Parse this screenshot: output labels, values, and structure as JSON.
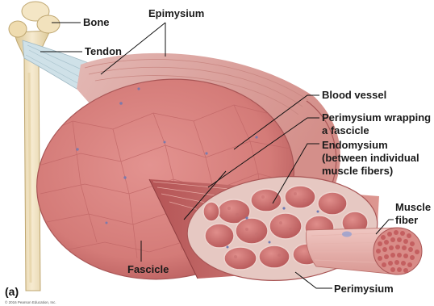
{
  "labels": {
    "bone": "Bone",
    "tendon": "Tendon",
    "epimysium": "Epimysium",
    "blood_vessel": "Blood vessel",
    "perimysium_wrapping_l1": "Perimysium wrapping",
    "perimysium_wrapping_l2": "a fascicle",
    "endomysium_l1": "Endomysium",
    "endomysium_l2": "(between individual",
    "endomysium_l3": "muscle fibers)",
    "muscle_fiber_l1": "Muscle",
    "muscle_fiber_l2": "fiber",
    "fascicle": "Fascicle",
    "perimysium": "Perimysium"
  },
  "panel_label": "(a)",
  "copyright": "© 2016 Pearson Education, Inc.",
  "colors": {
    "muscle": "#d9827f",
    "muscle_dark": "#b8585a",
    "muscle_light": "#eab2ad",
    "fiber_end": "#c96c6c",
    "bone": "#efe0b8",
    "bone_shadow": "#d6bf88",
    "tendon": "#c9dde6",
    "vessel": "#6d79b3",
    "leader": "#111111"
  }
}
